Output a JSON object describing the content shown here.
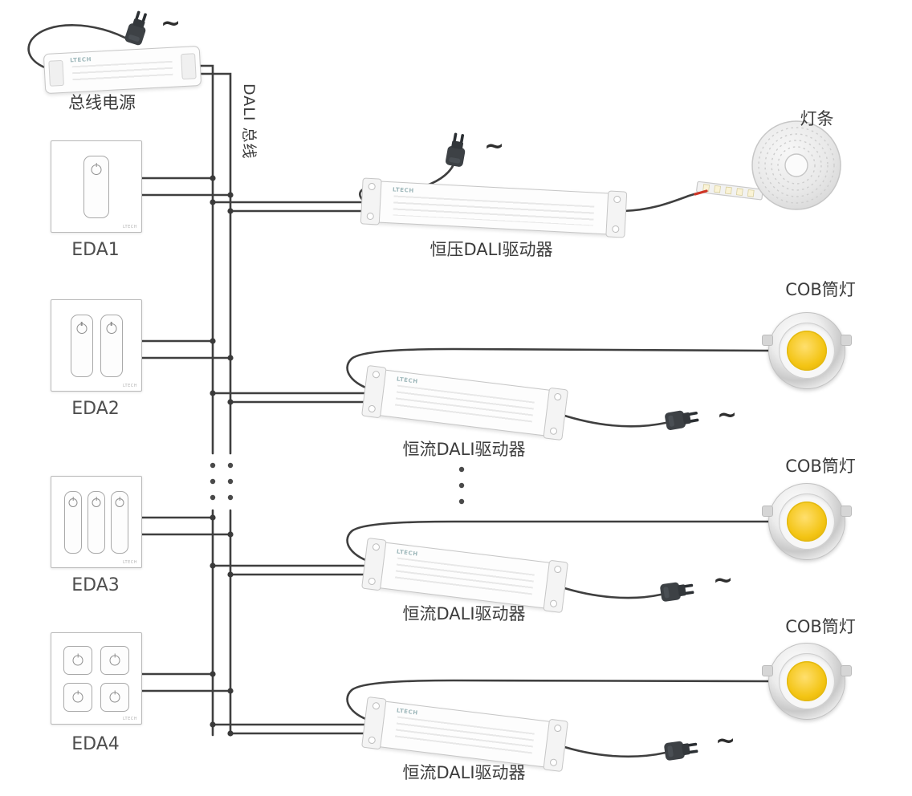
{
  "diagram": {
    "ac_symbol": "~",
    "brand": "LTECH",
    "bus": {
      "power_label": "总线电源",
      "bus_label": "DALI 总线"
    },
    "panels": [
      {
        "label": "EDA1",
        "buttons": 1
      },
      {
        "label": "EDA2",
        "buttons": 2
      },
      {
        "label": "EDA3",
        "buttons": 3
      },
      {
        "label": "EDA4",
        "buttons": 4
      }
    ],
    "drivers": {
      "cv_label": "恒压DALI驱动器",
      "cc_labels": [
        {
          "label": "恒流DALI驱动器"
        },
        {
          "label": "恒流DALI驱动器"
        },
        {
          "label": "恒流DALI驱动器"
        }
      ]
    },
    "loads": {
      "strip_label": "灯条",
      "cob_labels": [
        {
          "label": "COB筒灯"
        },
        {
          "label": "COB筒灯"
        },
        {
          "label": "COB筒灯"
        }
      ]
    },
    "colors": {
      "wire": "#3f3f3f",
      "cob_yellow": "#f2c411",
      "plug": "#3d4145"
    }
  }
}
